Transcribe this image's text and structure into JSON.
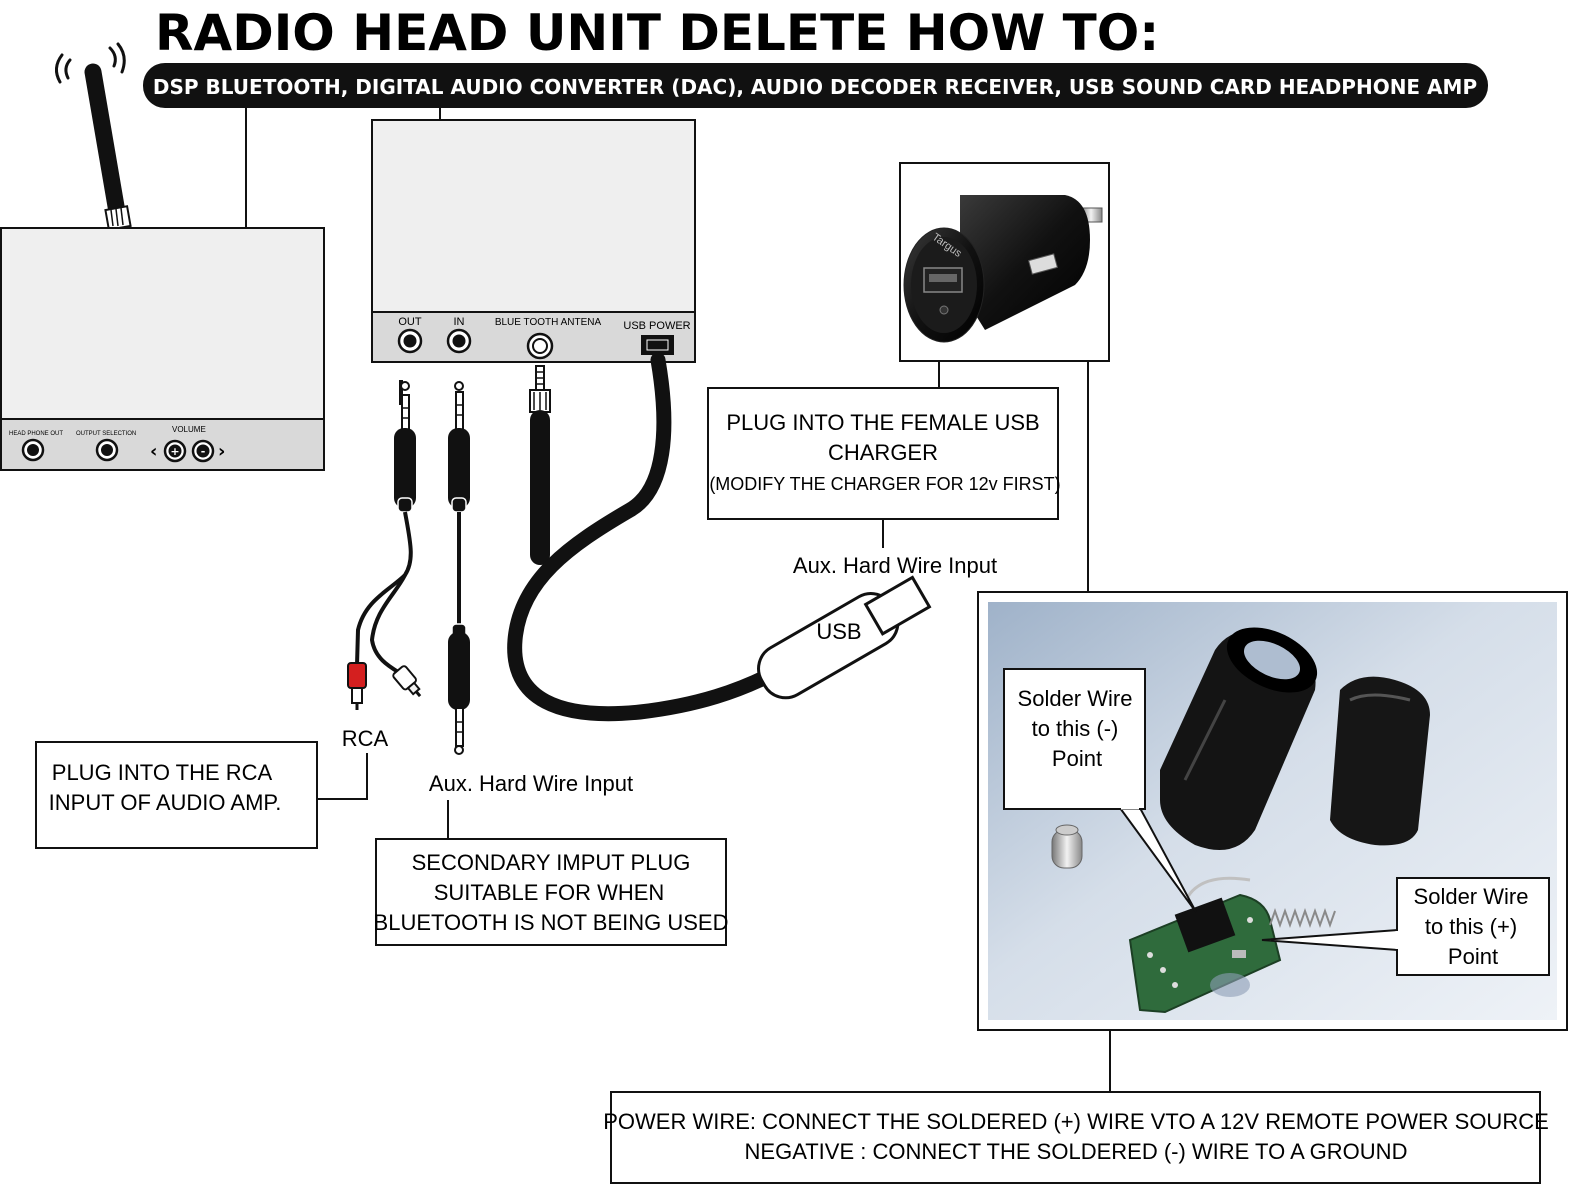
{
  "header": {
    "title": "RADIO HEAD UNIT DELETE HOW TO:",
    "subtitle": "DSP BLUETOOTH, DIGITAL AUDIO CONVERTER (DAC),  AUDIO DECODER RECEIVER, USB SOUND CARD HEADPHONE AMP"
  },
  "left_unit": {
    "port_headphone": "HEAD PHONE OUT",
    "port_output": "OUTPUT SELECTION",
    "port_volume": "VOLUME"
  },
  "center_unit": {
    "port_out": "OUT",
    "port_in": "IN",
    "port_antenna": "BLUE TOOTH ANTENA",
    "port_usb": "USB POWER"
  },
  "charger": {
    "brand": "Targus"
  },
  "usb_plug": {
    "label": "USB"
  },
  "labels": {
    "rca": "RCA",
    "aux_left": "Aux. Hard Wire Input",
    "aux_right": "Aux. Hard Wire Input"
  },
  "boxes": {
    "rca_line1": "PLUG INTO THE RCA",
    "rca_line2": "INPUT OF AUDIO AMP.",
    "secondary_line1": "SECONDARY IMPUT PLUG",
    "secondary_line2": "SUITABLE FOR WHEN",
    "secondary_line3": "BLUETOOTH IS NOT BEING USED",
    "usb_line1": "PLUG INTO THE FEMALE USB",
    "usb_line2": "CHARGER",
    "usb_line3": "(MODIFY THE CHARGER FOR 12v FIRST)",
    "power_line1": "POWER WIRE: CONNECT THE SOLDERED (+) WIRE VTO A 12V REMOTE POWER SOURCE",
    "power_line2": "NEGATIVE : CONNECT THE SOLDERED (-) WIRE TO A GROUND"
  },
  "callouts": {
    "neg_line1": "Solder Wire",
    "neg_line2": "to this (-)",
    "neg_line3": "Point",
    "pos_line1": "Solder Wire",
    "pos_line2": "to this (+)",
    "pos_line3": "Point"
  },
  "colors": {
    "unit_fill": "#efefef",
    "unit_panel": "#d9d9d9",
    "rca_red": "#d41f1f",
    "photo_bg": "#c5d1e0"
  }
}
